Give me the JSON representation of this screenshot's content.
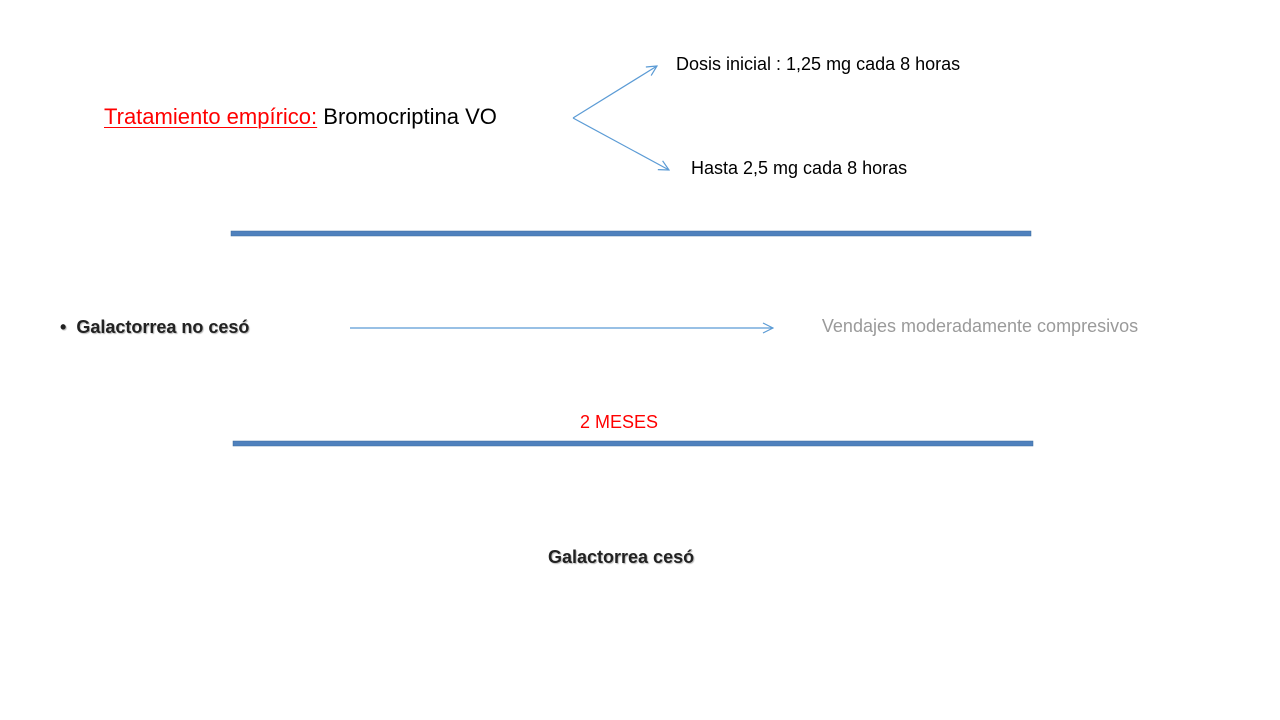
{
  "treatment": {
    "label": "Tratamiento empírico:",
    "drug": " Bromocriptina  VO"
  },
  "doses": {
    "initial": "Dosis inicial : 1,25 mg cada 8 horas",
    "max": "Hasta 2,5 mg cada 8 horas"
  },
  "outcome_1": {
    "bullet": "•",
    "text": "Galactorrea no cesó",
    "action": "Vendajes moderadamente compresivos"
  },
  "duration": "2 MESES",
  "outcome_2": "Galactorrea cesó",
  "colors": {
    "accent_red": "#ff0000",
    "arrow_blue": "#5b9bd5",
    "bar_blue": "#4f81bd",
    "muted_gray": "#9a9a9a"
  }
}
